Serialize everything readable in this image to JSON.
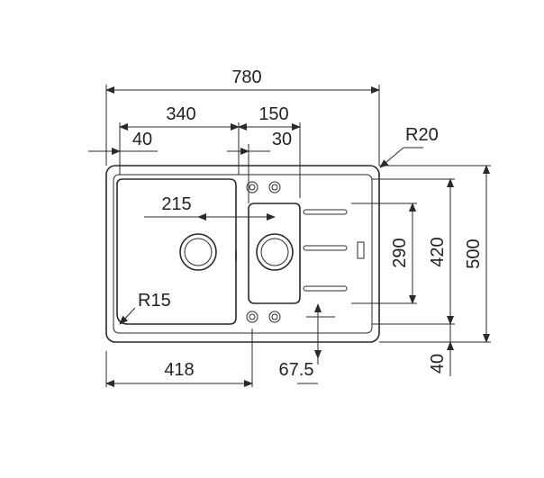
{
  "drawing": {
    "dimensions": {
      "overall_width": "780",
      "bowl_offset": "340",
      "drainer_offset": "150",
      "left_margin": "40",
      "divider_gap": "30",
      "corner_radius_outer": "R20",
      "bowl_center_spacing": "215",
      "corner_radius_bowl": "R15",
      "bowl_width": "418",
      "waste_offset": "67.5",
      "drainer_length": "290",
      "bowl_depth": "420",
      "overall_depth": "500",
      "bottom_margin": "40"
    }
  }
}
